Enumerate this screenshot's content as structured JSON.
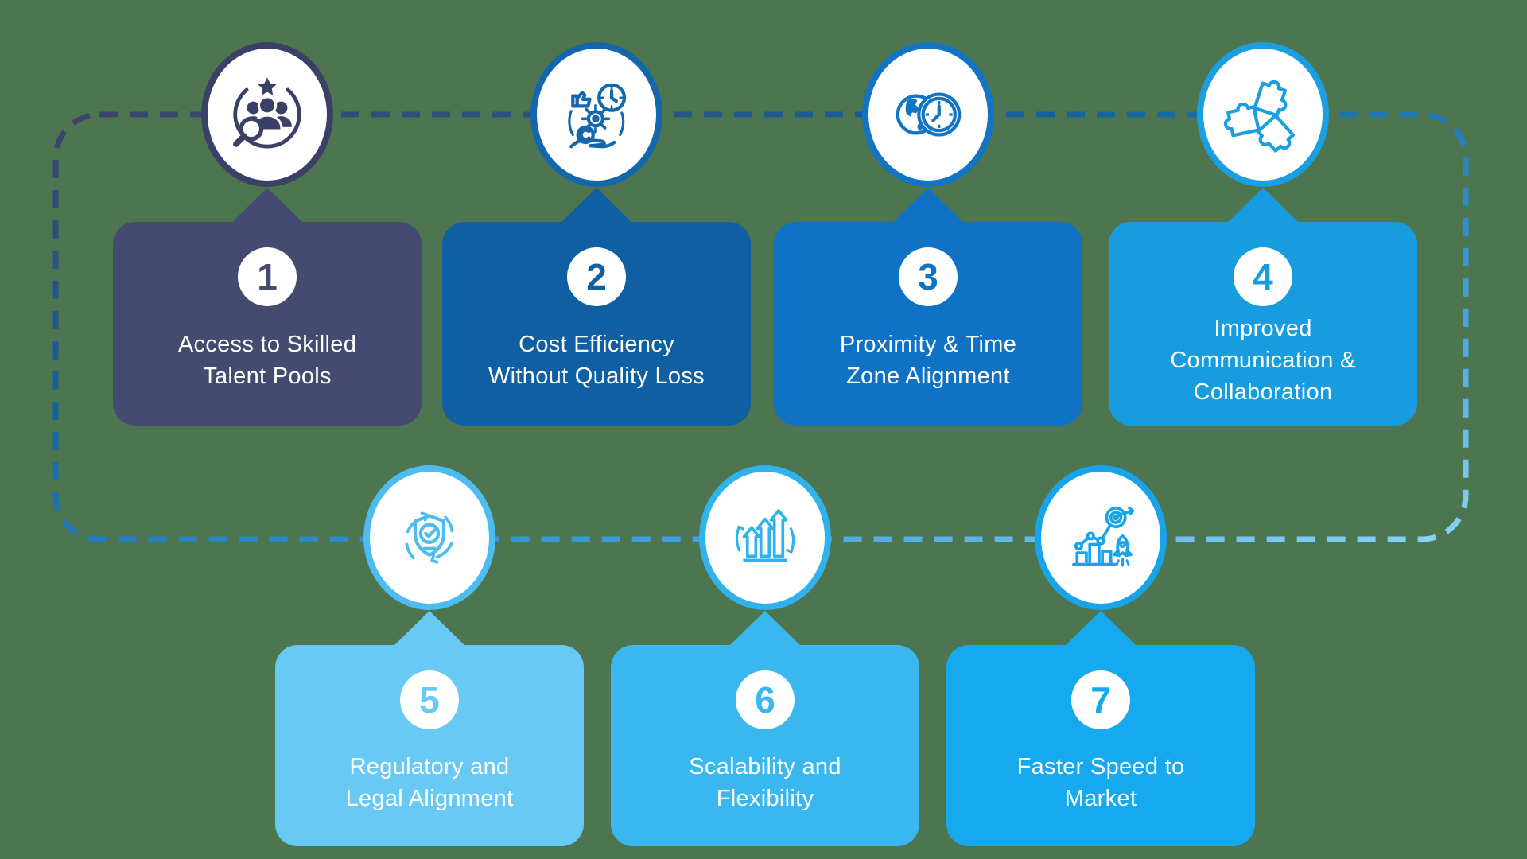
{
  "background": {
    "color": "#4d7650"
  },
  "connector": {
    "style": "dashed-rounded-loop",
    "gradient": [
      "#3e4369",
      "#15619f",
      "#2f93d6",
      "#8ad4f7"
    ]
  },
  "steps": [
    {
      "number": "1",
      "title": "Access to Skilled Talent Pools",
      "title_lines": [
        "Access to Skilled",
        "Talent Pools"
      ],
      "icon": "talent-search-icon",
      "card_color": "#454a70",
      "accent_color": "#3b4066",
      "row": "top"
    },
    {
      "number": "2",
      "title": "Cost Efficiency Without Quality Loss",
      "title_lines": [
        "Cost Efficiency",
        "Without Quality Loss"
      ],
      "icon": "cost-efficiency-icon",
      "card_color": "#0f5fa2",
      "accent_color": "#1467ab",
      "row": "top"
    },
    {
      "number": "3",
      "title": "Proximity & Time Zone Alignment",
      "title_lines": [
        "Proximity & Time",
        "Zone Alignment"
      ],
      "icon": "timezone-globe-icon",
      "card_color": "#0f72c4",
      "accent_color": "#1174c4",
      "row": "top"
    },
    {
      "number": "4",
      "title": "Improved Communication & Collaboration",
      "title_lines": [
        "Improved",
        "Communication &",
        "Collaboration"
      ],
      "icon": "collaboration-puzzle-icon",
      "card_color": "#189ce0",
      "accent_color": "#1a9fe2",
      "row": "top"
    },
    {
      "number": "5",
      "title": "Regulatory and Legal Alignment",
      "title_lines": [
        "Regulatory and",
        "Legal Alignment"
      ],
      "icon": "compliance-shield-icon",
      "card_color": "#67c9f4",
      "accent_color": "#4dbdf1",
      "row": "bottom"
    },
    {
      "number": "6",
      "title": "Scalability and Flexibility",
      "title_lines": [
        "Scalability and",
        "Flexibility"
      ],
      "icon": "scalability-arrows-icon",
      "card_color": "#3bb7ef",
      "accent_color": "#30b2ed",
      "row": "bottom"
    },
    {
      "number": "7",
      "title": "Faster Speed to Market",
      "title_lines": [
        "Faster Speed to",
        "Market"
      ],
      "icon": "speed-rocket-icon",
      "card_color": "#16a9ed",
      "accent_color": "#18a4ea",
      "row": "bottom"
    }
  ]
}
